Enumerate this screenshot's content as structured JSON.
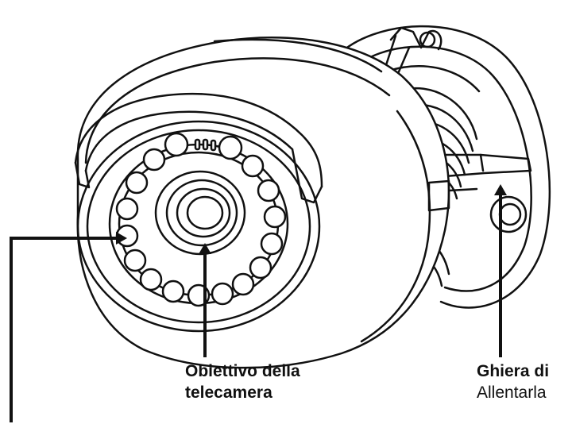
{
  "callouts": {
    "lens": {
      "line1": "Obiettivo della",
      "line2": "telecamera"
    },
    "ring": {
      "line1": "Ghiera di",
      "line2": "Allentarla"
    }
  },
  "colors": {
    "ink": "#111111",
    "background": "#ffffff"
  }
}
